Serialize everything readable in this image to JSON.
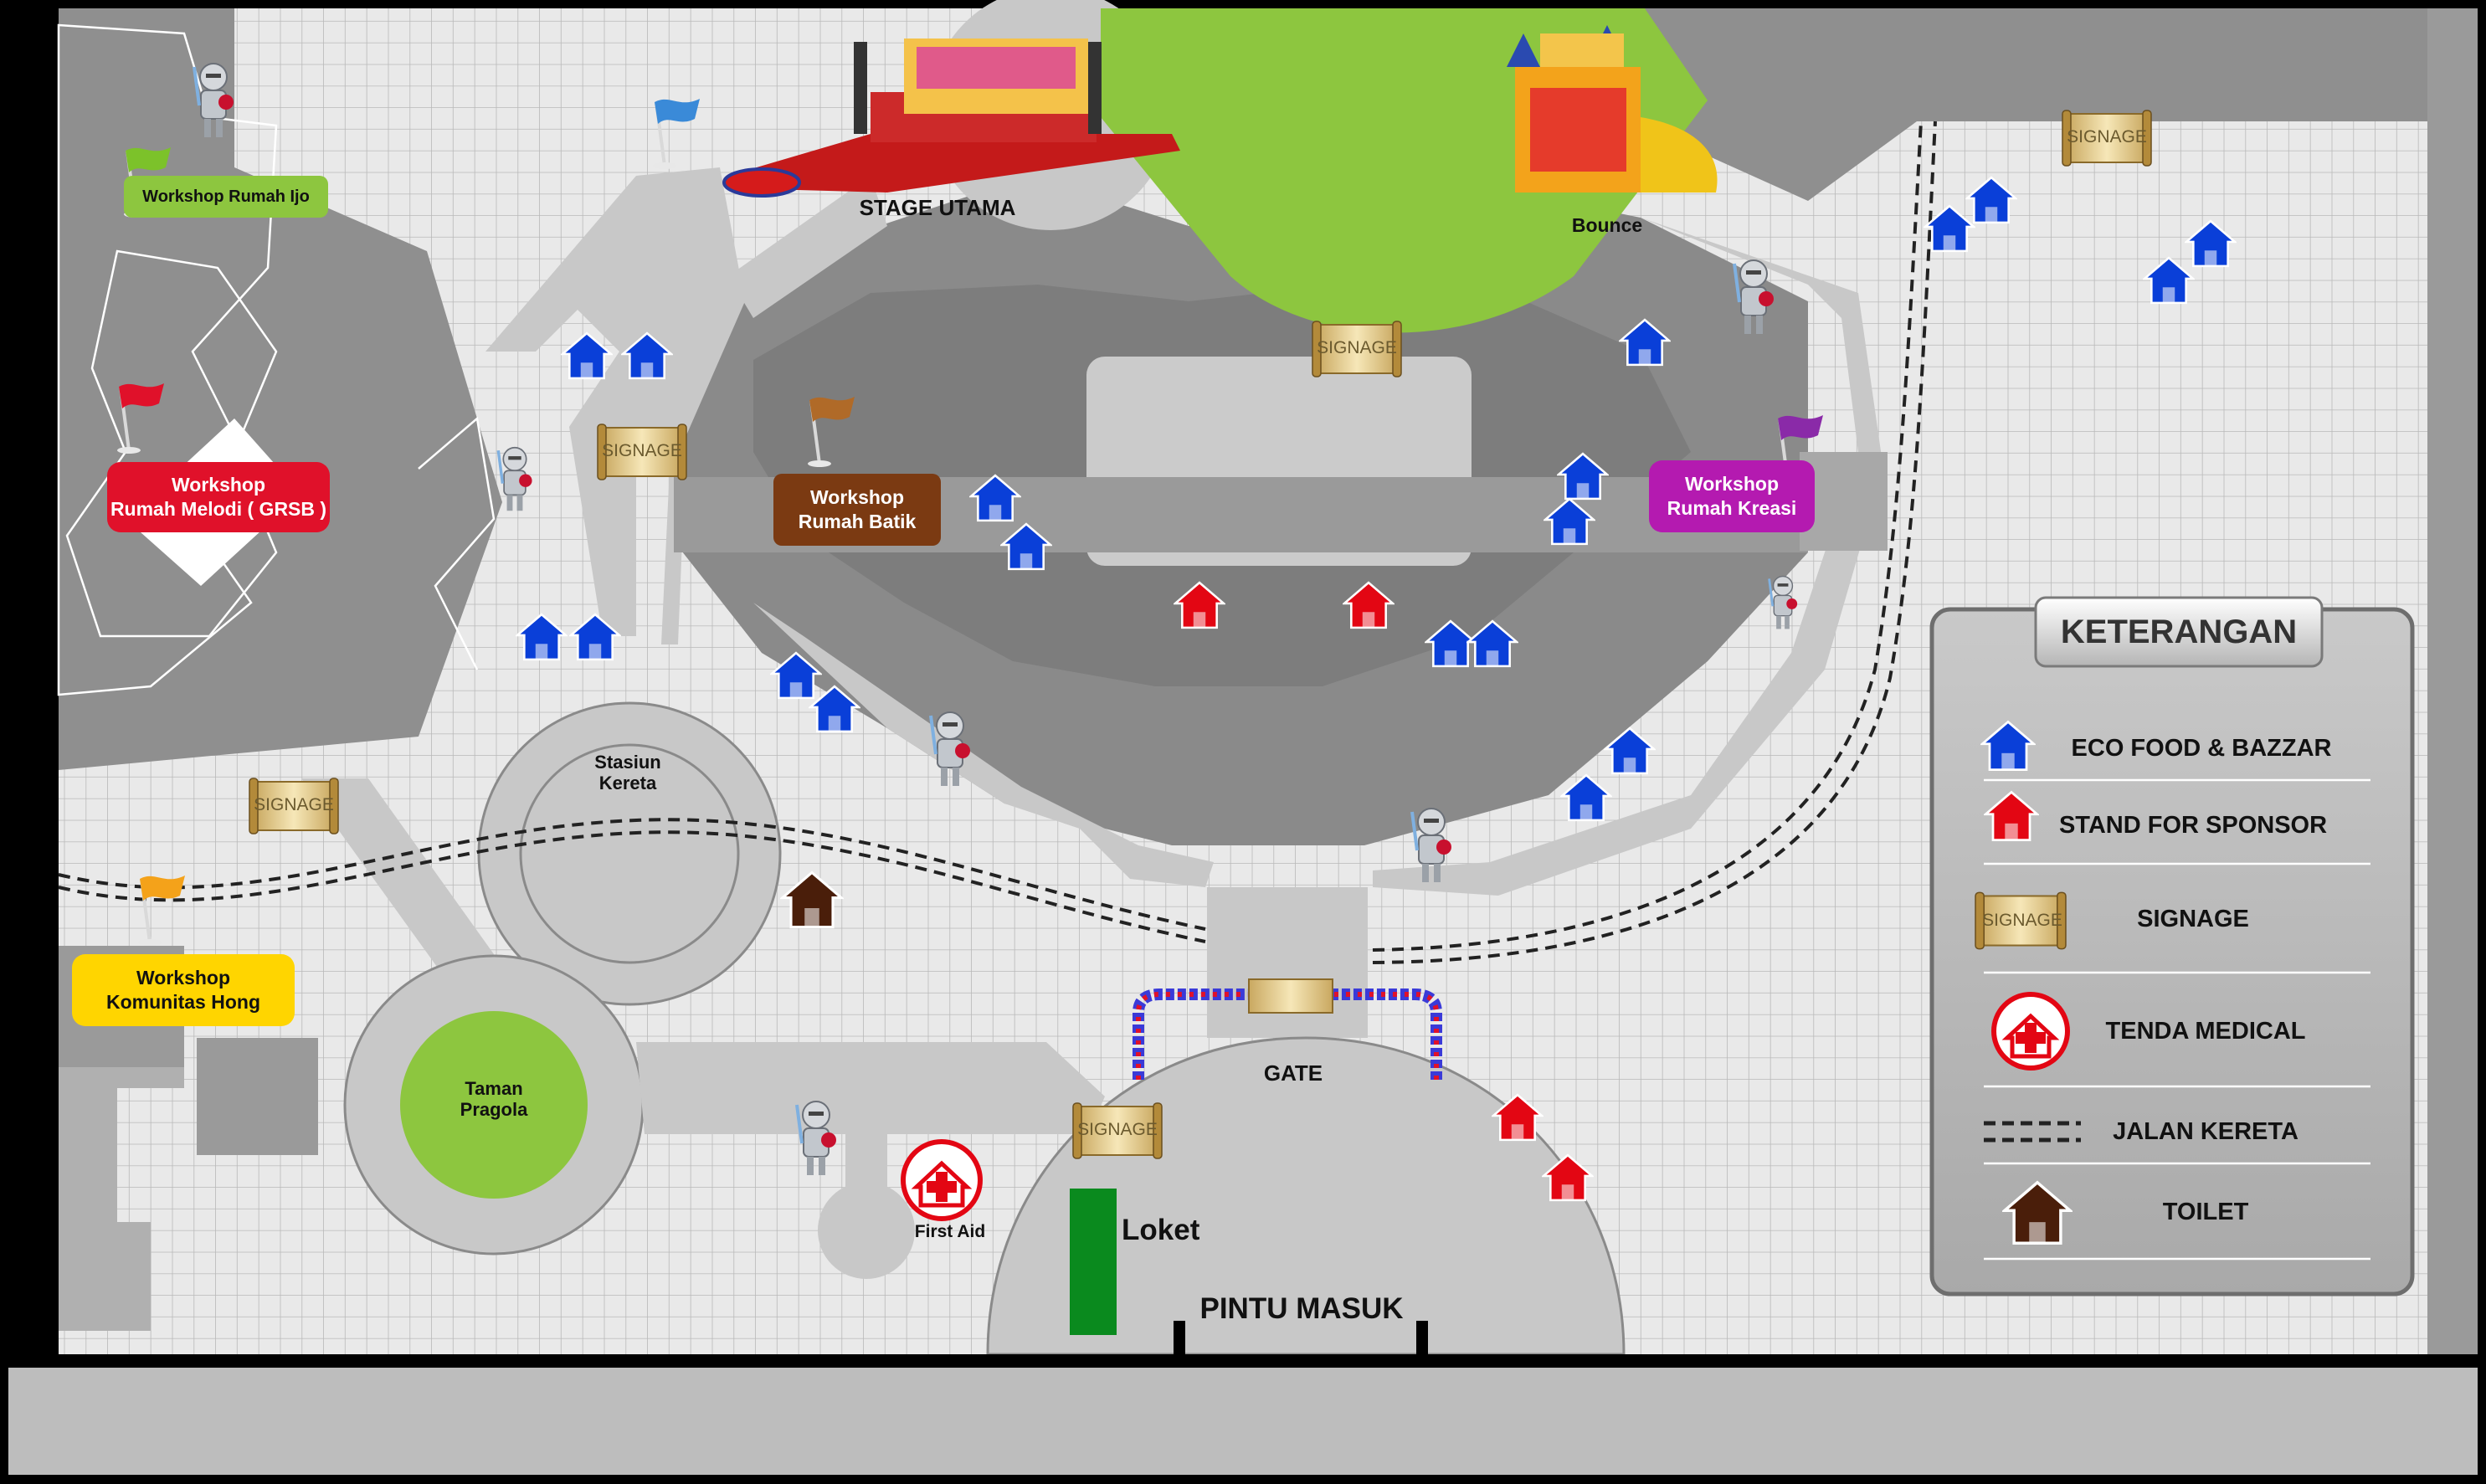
{
  "map": {
    "title_zones": {
      "stage": "STAGE UTAMA",
      "bounce": "Bounce",
      "gate": "GATE",
      "loket": "Loket",
      "entrance": "PINTU MASUK",
      "station": "Stasiun\nKereta",
      "park": "Taman\nPragola",
      "first_aid": "First Aid"
    },
    "workshops": [
      {
        "id": "ijo",
        "label": "Workshop Rumah Ijo",
        "color": "#8dc63f",
        "text_color": "#111111"
      },
      {
        "id": "melodi",
        "label": "Workshop\nRumah Melodi ( GRSB )",
        "color": "#e0112a",
        "text_color": "#ffffff"
      },
      {
        "id": "batik",
        "label": "Workshop\nRumah Batik",
        "color": "#7b3a12",
        "text_color": "#ffffff"
      },
      {
        "id": "kreasi",
        "label": "Workshop\nRumah Kreasi",
        "color": "#b41ab0",
        "text_color": "#ffffff"
      },
      {
        "id": "hong",
        "label": "Workshop\nKomunitas Hong",
        "color": "#ffd500",
        "text_color": "#111111"
      }
    ],
    "signage_label": "SIGNAGE",
    "colors": {
      "eco_food": "#0a3fd8",
      "sponsor": "#e30613",
      "toilet": "#4a1e0a",
      "medical": "#e30613",
      "grass": "#8dc63f",
      "loket": "#0a8a1e"
    }
  },
  "legend": {
    "title": "KETERANGAN",
    "items": [
      {
        "icon": "eco-food-stand-icon",
        "label": "ECO FOOD & BAZZAR"
      },
      {
        "icon": "sponsor-stand-icon",
        "label": "STAND FOR SPONSOR"
      },
      {
        "icon": "signage-icon",
        "label": "SIGNAGE",
        "icon_text": "SIGNAGE"
      },
      {
        "icon": "medical-tent-icon",
        "label": "TENDA MEDICAL"
      },
      {
        "icon": "train-track-icon",
        "label": "JALAN KERETA"
      },
      {
        "icon": "toilet-icon",
        "label": "TOILET"
      }
    ]
  }
}
